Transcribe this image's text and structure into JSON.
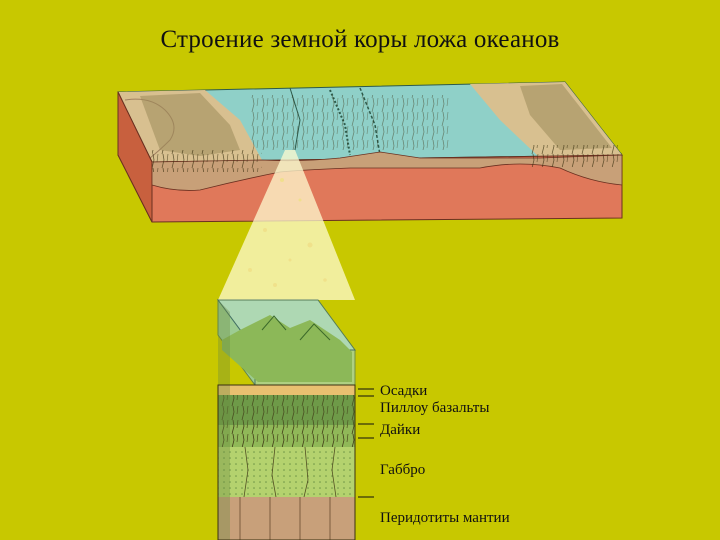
{
  "title": "Строение земной коры ложа океанов",
  "layers": [
    {
      "label": "Осадки"
    },
    {
      "label": "Пиллоу базальты"
    },
    {
      "label": "Дайки"
    },
    {
      "label": "Габбро"
    },
    {
      "label": "Перидотиты мантии"
    }
  ],
  "colors": {
    "background": "#c8c800",
    "ocean": "#8fd0c8",
    "mantle": "#e0785a",
    "crust": "#c8a078",
    "gabbro": "#b4d26e",
    "basalt": "#6e9a48",
    "sediment": "#e8c070",
    "peridotite": "#c8a07a"
  }
}
